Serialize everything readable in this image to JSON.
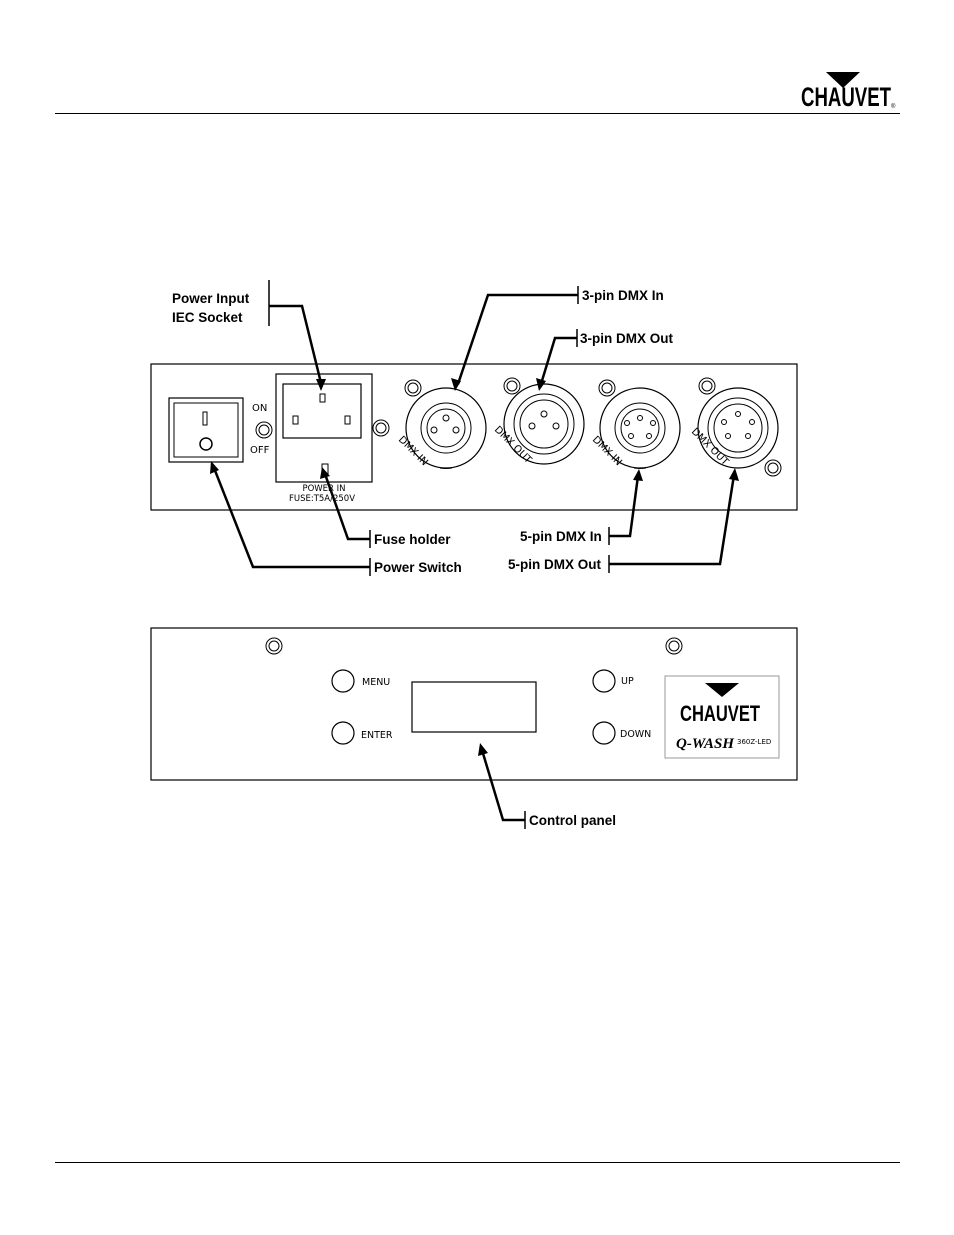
{
  "header": {
    "brand": "CHAUVET"
  },
  "callouts": {
    "power_input_line1": "Power Input",
    "power_input_line2": "IEC Socket",
    "dmx3_in": "3-pin DMX In",
    "dmx3_out": "3-pin DMX Out",
    "fuse_holder": "Fuse holder",
    "power_switch": "Power Switch",
    "dmx5_in": "5-pin DMX In",
    "dmx5_out": "5-pin DMX Out",
    "control_panel": "Control panel"
  },
  "rear_panel": {
    "on": "ON",
    "off": "OFF",
    "power_in": "POWER IN",
    "fuse_rating": "FUSE:T5A/250V",
    "dmx_in": "DMX IN",
    "dmx_out": "DMX OUT"
  },
  "front_panel": {
    "menu": "MENU",
    "enter": "ENTER",
    "up": "UP",
    "down": "DOWN",
    "logo_brand": "CHAUVET",
    "logo_product": "Q-WASH",
    "logo_model": "360Z-LED"
  }
}
